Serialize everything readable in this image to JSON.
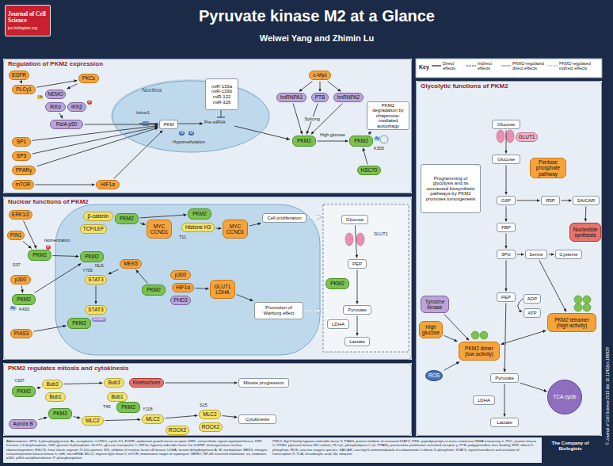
{
  "diagram": {
    "title": "Pyruvate kinase M2 at a Glance",
    "nodes": [
      {
        "text": [
          "Journal of Cell Science",
          "jcs.biologists.org"
        ]
      },
      {
        "text": [
          "Regulation of PKM2 expression"
        ]
      },
      {
        "text": [
          "Nucleus"
        ],
        "in": 1
      },
      {
        "text": [
          "EGFR"
        ],
        "in": 1
      },
      {
        "text": [
          "PLCγ1"
        ],
        "in": 1
      },
      {
        "text": [
          "PKCε"
        ],
        "in": 1
      },
      {
        "text": [
          "NEMO"
        ],
        "in": 1
      },
      {
        "text": [
          "IKKα"
        ],
        "in": 1
      },
      {
        "text": [
          "IKKβ"
        ],
        "in": 1
      },
      {
        "text": [
          "RelA p50"
        ],
        "in": 1
      },
      {
        "text": [
          "SP1"
        ],
        "in": 1
      },
      {
        "text": [
          "SP3"
        ],
        "in": 1
      },
      {
        "text": [
          "PPARγ"
        ],
        "in": 1
      },
      {
        "text": [
          "mTOR"
        ],
        "in": 1
      },
      {
        "text": [
          "HIF1α"
        ],
        "in": 1
      },
      {
        "text": [
          "PKM"
        ],
        "in": 2
      },
      {
        "text": [
          "miR-133a miR-133b miR-122 miR-326"
        ],
        "in": 1
      },
      {
        "text": [
          "c-Myc"
        ],
        "in": 1
      },
      {
        "text": [
          "hnRNPA1"
        ],
        "in": 1
      },
      {
        "text": [
          "PTB"
        ],
        "in": 1
      },
      {
        "text": [
          "hnRNPA2"
        ],
        "in": 1
      },
      {
        "text": [
          "PKM2"
        ],
        "in": 1
      },
      {
        "text": [
          "PKM2"
        ],
        "in": 1
      },
      {
        "text": [
          "HSC70"
        ],
        "in": 1
      },
      {
        "text": [
          "PKM2 degradation by chaperone-mediated autophagy"
        ],
        "in": 1
      },
      {
        "text": [
          "Nuclear functions of PKM2"
        ]
      },
      {
        "text": [
          "ERK1/2"
        ],
        "in": 25
      },
      {
        "text": [
          "PIN1"
        ],
        "in": 25
      },
      {
        "text": [
          "PKM2"
        ],
        "in": 25
      },
      {
        "text": [
          "PKM2"
        ],
        "in": 25
      },
      {
        "text": [
          "p300"
        ],
        "in": 25
      },
      {
        "text": [
          "PKM2"
        ],
        "in": 25
      },
      {
        "text": [
          "PIAS3"
        ],
        "in": 25
      },
      {
        "text": [
          "PKM2"
        ],
        "in": 25
      },
      {
        "text": [
          "β-catenin"
        ],
        "in": 25
      },
      {
        "text": [
          "TCF/LEF"
        ],
        "in": 25
      },
      {
        "text": [
          "PKM2"
        ],
        "in": 25
      },
      {
        "text": [
          "MYC",
          "CCND1"
        ],
        "in": 25
      },
      {
        "text": [
          "PKM2"
        ],
        "in": 25
      },
      {
        "text": [
          "Histone H3"
        ],
        "in": 25
      },
      {
        "text": [
          "MYC",
          "CCND1"
        ],
        "in": 25
      },
      {
        "text": [
          "STAT3"
        ],
        "in": 25
      },
      {
        "text": [
          "MEK5"
        ],
        "in": 25
      },
      {
        "text": [
          "PKM2"
        ],
        "in": 25
      },
      {
        "text": [
          "p300"
        ],
        "in": 25
      },
      {
        "text": [
          "HIF1α"
        ],
        "in": 25
      },
      {
        "text": [
          "PHD3"
        ],
        "in": 25
      },
      {
        "text": [
          "GLUT1",
          "LDHA"
        ],
        "in": 25
      },
      {
        "text": [
          "STAT3"
        ],
        "in": 25
      },
      {
        "text": [
          "Cell proliferation"
        ],
        "in": 25
      },
      {
        "text": [
          "Promotion of Warburg effect"
        ],
        "in": 25
      },
      {
        "text": [
          "Glucose"
        ],
        "in": 25
      },
      {
        "text": [
          "PEP"
        ],
        "in": 25
      },
      {
        "text": [
          "PKM2"
        ],
        "in": 25
      },
      {
        "text": [
          "Pyruvate"
        ],
        "in": 25
      },
      {
        "text": [
          "LDHA"
        ],
        "in": 25
      },
      {
        "text": [
          "Lactate"
        ],
        "in": 25
      },
      {
        "text": [
          "PKM2 regulates mitosis and cytokinesis"
        ]
      },
      {
        "text": [
          "PKM2"
        ],
        "in": 57
      },
      {
        "text": [
          "Bub3"
        ],
        "in": 57
      },
      {
        "text": [
          "Bub1"
        ],
        "in": 57
      },
      {
        "text": [
          "Bub3"
        ],
        "in": 57
      },
      {
        "text": [
          "Kinetochore"
        ],
        "in": 57
      },
      {
        "text": [
          "Bub1"
        ],
        "in": 57
      },
      {
        "text": [
          "Mitosis progression"
        ],
        "in": 57
      },
      {
        "text": [
          "Aurora B"
        ],
        "in": 57
      },
      {
        "text": [
          "PKM2"
        ],
        "in": 57
      },
      {
        "text": [
          "MLC2"
        ],
        "in": 57
      },
      {
        "text": [
          "PKM2"
        ],
        "in": 57
      },
      {
        "text": [
          "MLC2"
        ],
        "in": 57
      },
      {
        "text": [
          "ROCK2"
        ],
        "in": 57
      },
      {
        "text": [
          "MLC2"
        ],
        "in": 57
      },
      {
        "text": [
          "ROCK2"
        ],
        "in": 57
      },
      {
        "text": [
          "Cytokinesis"
        ],
        "in": 57
      },
      {
        "text": [
          "Glycolytic functions of PKM2"
        ]
      },
      {
        "text": [
          "Glucose"
        ],
        "in": 74
      },
      {
        "text": [
          "GLUT1"
        ],
        "in": 74
      },
      {
        "text": [
          "Glucose"
        ],
        "in": 74
      },
      {
        "text": [
          "Pentose phosphate pathway"
        ],
        "in": 74
      },
      {
        "text": [
          "G6P"
        ],
        "in": 74
      },
      {
        "text": [
          "R5P"
        ],
        "in": 74
      },
      {
        "text": [
          "SAICAR"
        ],
        "in": 74
      },
      {
        "text": [
          "FBP"
        ],
        "in": 74
      },
      {
        "text": [
          "3PG"
        ],
        "in": 74
      },
      {
        "text": [
          "Serine"
        ],
        "in": 74
      },
      {
        "text": [
          "Cysteine"
        ],
        "in": 74
      },
      {
        "text": [
          "Nucleotide synthesis"
        ],
        "in": 74
      },
      {
        "text": [
          "PEP"
        ],
        "in": 74
      },
      {
        "text": [
          "ADP"
        ],
        "in": 74
      },
      {
        "text": [
          "ATP"
        ],
        "in": 74
      },
      {
        "text": [
          "PKM2 tetramer",
          "(high activity)"
        ],
        "in": 74
      },
      {
        "text": [
          "PKM2 dimer",
          "(low activity)"
        ],
        "in": 74
      },
      {
        "text": [
          "Tyrosine kinase"
        ],
        "in": 74
      },
      {
        "text": [
          "High glucose"
        ],
        "in": 74
      },
      {
        "text": [
          "ROS"
        ],
        "in": 74
      },
      {
        "text": [
          "Pyruvate"
        ],
        "in": 74
      },
      {
        "text": [
          "LDHA"
        ],
        "in": 74
      },
      {
        "text": [
          "Lactate"
        ],
        "in": 74
      },
      {
        "text": [
          "TCA cycle"
        ],
        "in": 74
      },
      {
        "text": [
          "Programming of glycolysis and its connected biosynthetic pathways by PKM2 promotes tumorgenesis"
        ],
        "in": 74
      }
    ],
    "edges": [
      {
        "from": 3,
        "to": 4,
        "arrow": "to"
      },
      {
        "from": 4,
        "to": 5,
        "arrow": "to"
      },
      {
        "from": 5,
        "to": 6,
        "arrow": "to"
      },
      {
        "from": 7,
        "to": 9,
        "arrow": "to"
      },
      {
        "from": 9,
        "to": 15,
        "arrow": "to"
      },
      {
        "from": 10,
        "to": 15,
        "arrow": "to"
      },
      {
        "from": 11,
        "to": 15,
        "arrow": "to"
      },
      {
        "from": 12,
        "to": 15,
        "arrow": "to"
      },
      {
        "from": 13,
        "to": 14,
        "arrow": "to"
      },
      {
        "from": 14,
        "to": 15,
        "arrow": "to"
      },
      {
        "from": 17,
        "to": 18,
        "arrow": "to"
      },
      {
        "from": 17,
        "to": 19,
        "arrow": "to"
      },
      {
        "from": 17,
        "to": 20,
        "arrow": "to"
      },
      {
        "from": 18,
        "to": 21,
        "arrow": "to"
      },
      {
        "from": 19,
        "to": 21,
        "label": "Splicing",
        "arrow": "to"
      },
      {
        "from": 20,
        "to": 21,
        "arrow": "to"
      },
      {
        "from": 21,
        "to": 22,
        "arrow": "to"
      },
      {
        "from": 23,
        "to": 22,
        "arrow": "to"
      },
      {
        "from": 22,
        "to": 24,
        "arrow": "to"
      },
      {
        "from": 26,
        "to": 28,
        "arrow": "to"
      },
      {
        "from": 27,
        "to": 28,
        "arrow": "to"
      },
      {
        "from": 28,
        "to": 29,
        "arrow": "to"
      },
      {
        "from": 30,
        "to": 31,
        "arrow": "to"
      },
      {
        "from": 31,
        "to": 29,
        "arrow": "to"
      },
      {
        "from": 32,
        "to": 33,
        "arrow": "to"
      },
      {
        "from": 36,
        "to": 37,
        "arrow": "to"
      },
      {
        "from": 36,
        "to": 38,
        "arrow": "to"
      },
      {
        "from": 39,
        "to": 40,
        "arrow": "to"
      },
      {
        "from": 40,
        "to": 49,
        "arrow": "to"
      },
      {
        "from": 43,
        "to": 42,
        "arrow": "to"
      },
      {
        "from": 42,
        "to": 41,
        "arrow": "to"
      },
      {
        "from": 41,
        "to": 48,
        "arrow": "to"
      },
      {
        "from": 45,
        "to": 47,
        "arrow": "to"
      },
      {
        "from": 47,
        "to": 50,
        "arrow": "to"
      },
      {
        "from": 51,
        "to": 52,
        "arrow": "to"
      },
      {
        "from": 52,
        "to": 54,
        "arrow": "to"
      },
      {
        "from": 54,
        "to": 56,
        "arrow": "to"
      },
      {
        "from": 58,
        "to": 59,
        "arrow": "to"
      },
      {
        "from": 59,
        "to": 61,
        "arrow": "to"
      },
      {
        "from": 62,
        "to": 64,
        "arrow": "to"
      },
      {
        "from": 65,
        "to": 66,
        "arrow": "to"
      },
      {
        "from": 66,
        "to": 67,
        "arrow": "to"
      },
      {
        "from": 67,
        "to": 69,
        "arrow": "to"
      },
      {
        "from": 69,
        "to": 71,
        "arrow": "to"
      },
      {
        "from": 71,
        "to": 73,
        "arrow": "to"
      },
      {
        "from": 75,
        "to": 77,
        "arrow": "to"
      },
      {
        "from": 77,
        "to": 79,
        "arrow": "to"
      },
      {
        "from": 79,
        "to": 80,
        "arrow": "to"
      },
      {
        "from": 80,
        "to": 81,
        "arrow": "to"
      },
      {
        "from": 81,
        "to": 86,
        "arrow": "to"
      },
      {
        "from": 79,
        "to": 82,
        "arrow": "to"
      },
      {
        "from": 82,
        "to": 83,
        "arrow": "to"
      },
      {
        "from": 83,
        "to": 84,
        "arrow": "to"
      },
      {
        "from": 84,
        "to": 85,
        "arrow": "to"
      },
      {
        "from": 83,
        "to": 87,
        "arrow": "to"
      },
      {
        "from": 87,
        "to": 95,
        "arrow": "to"
      },
      {
        "from": 95,
        "to": 97,
        "arrow": "to"
      },
      {
        "from": 95,
        "to": 98,
        "arrow": "to"
      },
      {
        "from": 84,
        "to": 90,
        "arrow": "to"
      },
      {
        "from": 90,
        "to": 91,
        "arrow": "both"
      },
      {
        "from": 92,
        "to": 91,
        "arrow": "to"
      },
      {
        "from": 93,
        "to": 91,
        "arrow": "to"
      },
      {
        "from": 94,
        "to": 91,
        "arrow": "to"
      }
    ],
    "labels": [
      "Weiwei Yang and Zhimin Lu",
      "Key",
      "Ub",
      "P",
      "Intron1",
      "M",
      "M",
      "Hypomethylation",
      "Pre-mRNA",
      "High glucose",
      "Ac",
      "K305",
      "Isomerization",
      "S37",
      "P",
      "NLS",
      "Ac",
      "K433",
      "SUMO",
      "T11",
      "Y705",
      "GLUT1",
      "Y207",
      "T45",
      "Y118",
      "S15",
      "Abbreviations: 3PG, 3-phosphoglycerate; Ac, acetylation; CCND1, cyclin D1; EGFR, epidermal growth factor receptor; ERK, extracellular signal-regulated kinase; FBP, fructose 1,6-bisphosphate; G6P, glucose-6-phosphate; GLUT1, glucose transporter 1; HIF1α, hypoxia-inducible factor 1α; hnRNP, heterogeneous nuclear ribonucleoprotein; HSC70, heat shock cognate 71 kDa protein; IKK, inhibitor of nuclear factor κB kinase; LDHA, lactate dehydrogenase A; M, methylation; MEK5, mitogen-activated protein kinase kinase 5; miR, microRNA; MLC2, myosin light chain 2; mTOR, mammalian target of rapamycin; NEMO, NF-κB essential modulator; ox, oxidation; p300, p300 acetyltransferase; P, phosphorylation;",
      "PHD3, Egl-9 family hypoxia-inducible factor 3; PIAS3, protein inhibitor of activated STAT3; PIN1, peptidyl-prolyl cis-trans isomerase NIMA-interacting 1; PKC, protein kinase C; PKM2, pyruvate kinase M2 isoform; PLCγ1, phospholipase C γ1; PPARγ, peroxisome proliferator-activated receptor γ; PTB, polypyrimidine tract binding; R5P, ribose 5-phosphate; ROS, reactive oxygen species; SAICAR, succinyl-5-aminoimidazole-4-carboxamide-1-ribose-5′-phosphate; STAT3, signal transducer and activator of transcription 3; TCA, tricarboxylic acid; Ub, ubiquitin",
      "© Journal of Cell Science 2015 doi: 10.1242/jcs.166629",
      "The Company of Biologists"
    ],
    "legend": [
      {
        "text": "Direct effects"
      },
      {
        "text": "Indirect effects"
      },
      {
        "text": "PKM2-regulated direct effects"
      },
      {
        "text": "PKM2-regulated indirect effects"
      }
    ]
  }
}
